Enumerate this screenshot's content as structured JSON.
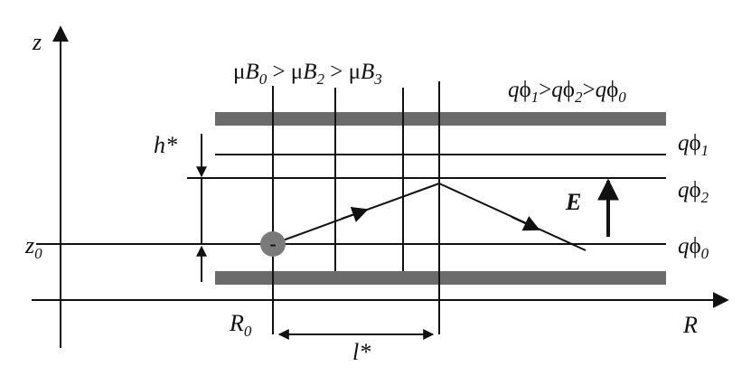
{
  "axes": {
    "z_label": "z",
    "r_label": "R",
    "z0_label": "z",
    "z0_sub": "0",
    "r0_label": "R",
    "r0_sub": "0"
  },
  "magnetic_label": {
    "mu1": "μ",
    "b1": "B",
    "s1": "0",
    "gt1": " > ",
    "mu2": "μ",
    "b2": "B",
    "s2": "2",
    "gt2": " > ",
    "mu3": "μ",
    "b3": "B",
    "s3": "3"
  },
  "potential_order": {
    "q1": "q",
    "phi1": "ϕ",
    "s1": "1",
    "gt1": ">",
    "q2": "q",
    "phi2": "ϕ",
    "s2": "2",
    "gt2": ">",
    "q3": "q",
    "phi3": "ϕ",
    "s3": "0"
  },
  "potential_lines": [
    {
      "q": "q",
      "phi": "ϕ",
      "sub": "1"
    },
    {
      "q": "q",
      "phi": "ϕ",
      "sub": "2"
    },
    {
      "q": "q",
      "phi": "ϕ",
      "sub": "0"
    }
  ],
  "h_label": "h*",
  "l_label": "l*",
  "field_label": "E",
  "particle_charge": "-",
  "colors": {
    "plate": "#6b6b6b",
    "particle": "#7a7a7a",
    "line": "#111111"
  }
}
